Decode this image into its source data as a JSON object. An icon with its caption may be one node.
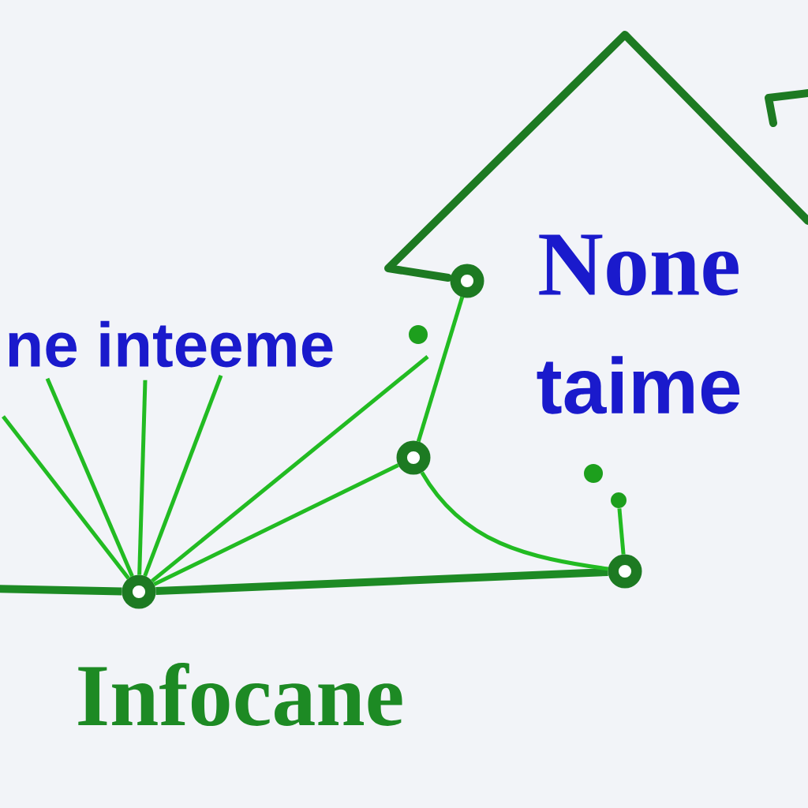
{
  "diagram": {
    "nodes": [
      {
        "text": [],
        "shape": "circle"
      },
      {
        "text": [],
        "shape": "circle"
      },
      {
        "text": [],
        "shape": "dot"
      },
      {
        "text": [],
        "shape": "circle"
      },
      {
        "text": [],
        "shape": "dot"
      },
      {
        "text": [],
        "shape": "dot"
      },
      {
        "text": [],
        "shape": "circle"
      },
      {
        "text": [
          "ne inteeme"
        ]
      }
    ],
    "edges": [
      {
        "from": null,
        "to": 0,
        "arrow": "none",
        "style": "thick",
        "color": "#1d8a24"
      },
      {
        "from": 0,
        "to": 6,
        "arrow": "none",
        "style": "thick",
        "color": "#1d8a24"
      },
      {
        "from": 0,
        "to": 7,
        "arrow": "none"
      },
      {
        "from": 0,
        "to": 7,
        "arrow": "none"
      },
      {
        "from": 0,
        "to": 7,
        "arrow": "none"
      },
      {
        "from": 0,
        "to": 7,
        "arrow": "none"
      },
      {
        "from": 0,
        "to": 2,
        "arrow": "none"
      },
      {
        "from": 0,
        "to": 1,
        "arrow": "none"
      },
      {
        "from": 1,
        "to": 3,
        "arrow": "none"
      },
      {
        "from": 1,
        "to": 6,
        "arrow": "none"
      },
      {
        "from": 5,
        "to": 6,
        "arrow": "none"
      }
    ],
    "labels": [
      "None",
      "taime",
      "Infocane"
    ]
  }
}
